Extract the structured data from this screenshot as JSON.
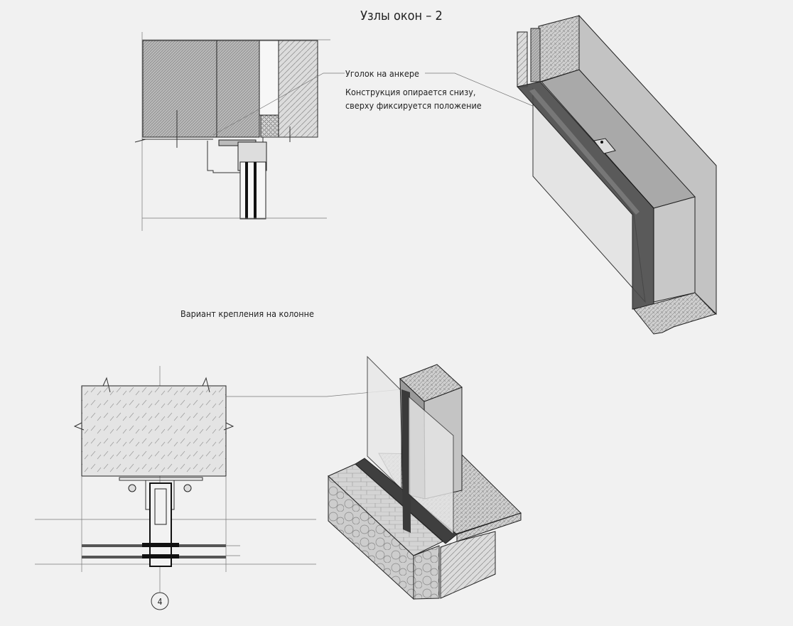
{
  "title": "Узлы окон – 2",
  "annotations": {
    "corner_anchor": "Уголок на анкере",
    "note_line1": "Конструкция опирается снизу,",
    "note_line2": "сверху фиксируется положение",
    "column_variant": "Вариант крепления на колонне"
  },
  "axis_marker": "4",
  "colors": {
    "background": "#f1f1f1",
    "line": "#222222",
    "glass": "#e6e6e6",
    "frame_dark": "#4a4a4a",
    "surface_gray": "#bdbdbd"
  }
}
